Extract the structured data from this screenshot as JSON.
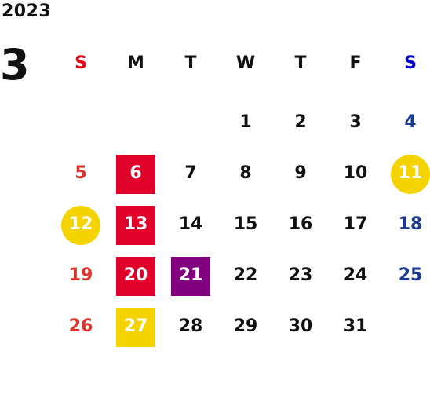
{
  "year": "2023",
  "month": "3",
  "weekdays": [
    {
      "label": "S",
      "color": "#e60012"
    },
    {
      "label": "M",
      "color": "#111111"
    },
    {
      "label": "T",
      "color": "#111111"
    },
    {
      "label": "W",
      "color": "#111111"
    },
    {
      "label": "T",
      "color": "#111111"
    },
    {
      "label": "F",
      "color": "#111111"
    },
    {
      "label": "S",
      "color": "#0000cc"
    }
  ],
  "colors": {
    "sunday": "#e0332b",
    "saturday": "#1a3a8f",
    "weekday": "#111111",
    "red_square": "#e0002a",
    "yellow": "#f5d300",
    "purple": "#800080",
    "highlight_text": "#ffffff"
  },
  "first_weekday_index": 3,
  "days": [
    {
      "day": "1"
    },
    {
      "day": "2"
    },
    {
      "day": "3"
    },
    {
      "day": "4"
    },
    {
      "day": "5"
    },
    {
      "day": "6",
      "mark": "red-square"
    },
    {
      "day": "7"
    },
    {
      "day": "8"
    },
    {
      "day": "9"
    },
    {
      "day": "10"
    },
    {
      "day": "11",
      "mark": "yellow-circle"
    },
    {
      "day": "12",
      "mark": "yellow-circle"
    },
    {
      "day": "13",
      "mark": "red-square"
    },
    {
      "day": "14"
    },
    {
      "day": "15"
    },
    {
      "day": "16"
    },
    {
      "day": "17"
    },
    {
      "day": "18"
    },
    {
      "day": "19"
    },
    {
      "day": "20",
      "mark": "red-square"
    },
    {
      "day": "21",
      "mark": "purple-square"
    },
    {
      "day": "22"
    },
    {
      "day": "23"
    },
    {
      "day": "24"
    },
    {
      "day": "25"
    },
    {
      "day": "26"
    },
    {
      "day": "27",
      "mark": "yellow-square"
    },
    {
      "day": "28"
    },
    {
      "day": "29"
    },
    {
      "day": "30"
    },
    {
      "day": "31"
    }
  ]
}
